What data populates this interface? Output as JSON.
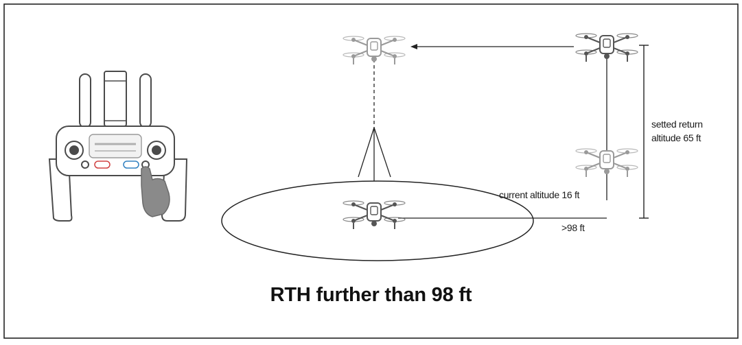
{
  "labels": {
    "setted_return_line1": "setted return",
    "setted_return_line2": "altitude 65 ft",
    "current_altitude": "current altitude 16 ft",
    "distance": ">98 ft"
  },
  "title": "RTH further than 98 ft",
  "colors": {
    "line": "#222222",
    "drone": "#555555",
    "drone_faded": "#9a9a9a",
    "controller": "#4a4a4a",
    "hand": "#8a8a8a"
  }
}
